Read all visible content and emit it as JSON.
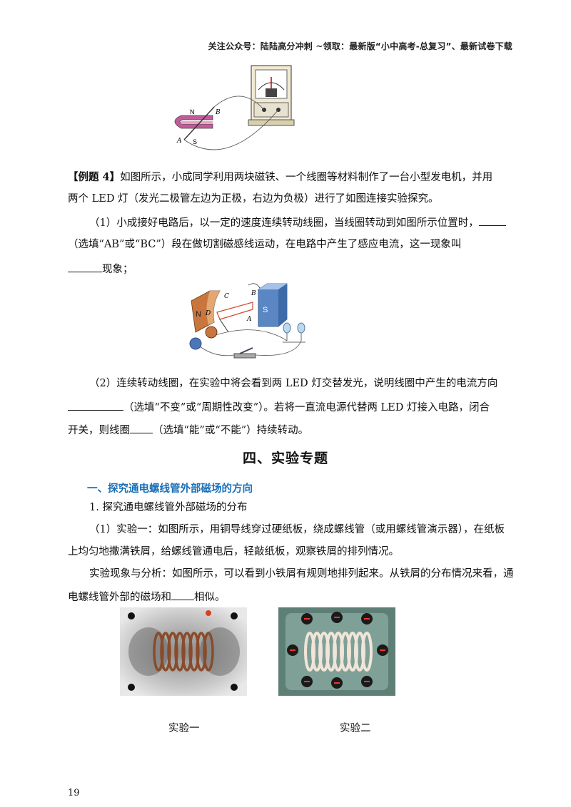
{
  "header": "关注公众号：陆陆高分冲刺   ~领取：最新版“小中高考-总复习”、最新试卷下载",
  "fig1": {
    "label_n": "N",
    "label_s": "S",
    "label_a": "A",
    "label_b": "B"
  },
  "example4": {
    "tag": "【例题 4】",
    "line1": "如图所示，小成同学利用两块磁铁、一个线圈等材料制作了一台小型发电机，并用",
    "line2": "两个 LED 灯（发光二极管左边为正极，右边为负极）进行了如图连接实验探究。",
    "q1_line1": "（1）小成接好电路后，以一定的速度连续转动线圈，当线圈转动到如图所示位置时，",
    "q1_line2": "（选填“AB”或“BC”）段在做切割磁感线运动，在电路中产生了感应电流，这一现象叫",
    "q1_line3": "现象；",
    "fig2": {
      "n": "N",
      "s": "S",
      "c": "C",
      "b": "B",
      "d": "D",
      "a": "A"
    },
    "q2_line1": "（2）连续转动线圈，在实验中将会看到两 LED 灯交替发光，说明线圈中产生的电流方向",
    "q2_line2": "（选填“不变”或“周期性改变”）。若将一直流电源代替两 LED 灯接入电路，闭合",
    "q2_line3a": "开关，则线圈",
    "q2_line3b": "（选填“能”或“不能”）持续转动。"
  },
  "section": {
    "title": "四、实验专题",
    "subtitle": "一、探究通电螺线管外部磁场的方向",
    "item1": "1.   探究通电螺线管外部磁场的分布",
    "exp1_line1": "（1）实验一：如图所示，用铜导线穿过硬纸板，绕成螺线管（或用螺线管演示器），在纸板",
    "exp1_line2": "上均匀地撒满铁屑，给螺线管通电后，轻敲纸板，观察铁屑的排列情况。",
    "analysis_line1": "实验现象与分析：如图所示，可以看到小铁屑有规则地排列起来。从铁屑的分布情况来看，通",
    "analysis_line2a": "电螺线管外部的磁场和",
    "analysis_line2b": "相似。",
    "caption1": "实验一",
    "caption2": "实验二"
  },
  "page_number": "19"
}
